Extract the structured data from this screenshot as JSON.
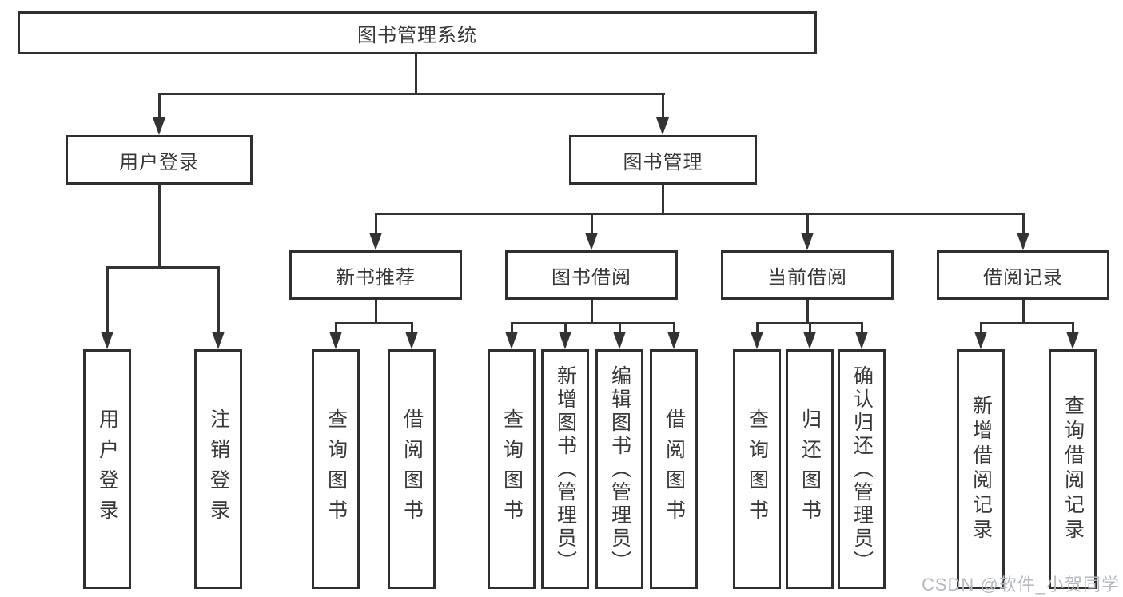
{
  "diagram": {
    "root": {
      "label": "图书管理系统"
    },
    "level2": [
      {
        "label": "用户登录"
      },
      {
        "label": "图书管理"
      }
    ],
    "level3": [
      {
        "label": "新书推荐"
      },
      {
        "label": "图书借阅"
      },
      {
        "label": "当前借阅"
      },
      {
        "label": "借阅记录"
      }
    ],
    "leaves": {
      "user_login": [
        "用户登录",
        "注销登录"
      ],
      "new_book": [
        "查询图书",
        "借阅图书"
      ],
      "book_borrow": [
        "查询图书",
        "新增图书（管理员）",
        "编辑图书（管理员）",
        "借阅图书"
      ],
      "current_borrow": [
        "查询图书",
        "归还图书",
        "确认归还（管理员）"
      ],
      "borrow_records": [
        "新增借阅记录",
        "查询借阅记录"
      ]
    }
  },
  "watermark": {
    "text": "CSDN @软件_小贺同学"
  },
  "colors": {
    "line": "#333333",
    "text": "#383838",
    "background": "#ffffff",
    "watermark": "#b6b9be"
  }
}
